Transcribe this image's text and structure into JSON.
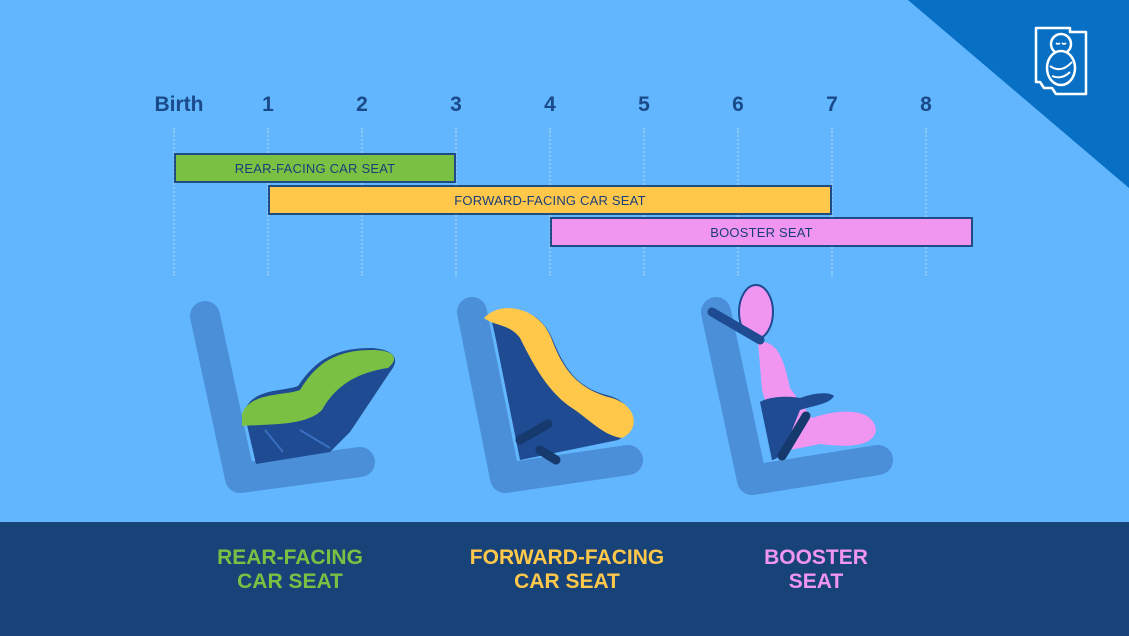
{
  "timeline": {
    "ages": [
      {
        "label": "Birth",
        "value": 0
      },
      {
        "label": "1",
        "value": 1
      },
      {
        "label": "2",
        "value": 2
      },
      {
        "label": "3",
        "value": 3
      },
      {
        "label": "4",
        "value": 4
      },
      {
        "label": "5",
        "value": 5
      },
      {
        "label": "6",
        "value": 6
      },
      {
        "label": "7",
        "value": 7
      },
      {
        "label": "8",
        "value": 8
      }
    ],
    "bars": [
      {
        "label": "REAR-FACING CAR SEAT",
        "start": 0,
        "end": 3,
        "color": "#7ac143"
      },
      {
        "label": "FORWARD-FACING CAR SEAT",
        "start": 1,
        "end": 7,
        "color": "#ffc84a"
      },
      {
        "label": "BOOSTER SEAT",
        "start": 4,
        "end": 8.5,
        "color": "#f095f0"
      }
    ]
  },
  "seats": [
    {
      "line1": "REAR-FACING",
      "line2": "CAR SEAT",
      "color": "#7ac143"
    },
    {
      "line1": "FORWARD-FACING",
      "line2": "CAR SEAT",
      "color": "#ffc84a"
    },
    {
      "line1": "BOOSTER",
      "line2": "SEAT",
      "color": "#f095f0"
    }
  ],
  "colors": {
    "background": "#62b6fd",
    "footer": "#184378",
    "corner": "#0770c4",
    "vehicle_seat": "#4a8fd8",
    "seat_shell": "#1e4b92",
    "text_dark": "#1a4a8a"
  },
  "icons": {
    "logo": "swaddled-baby-state-outline-icon"
  }
}
